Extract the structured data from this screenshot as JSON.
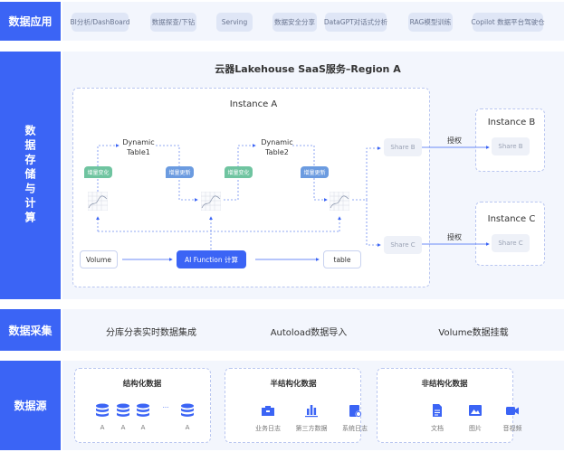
{
  "apps": {
    "label": "数据应用",
    "items": [
      "BI分析/DashBoard",
      "数据探查/下钻",
      "Serving",
      "数据安全分享",
      "DataGPT对话式分析",
      "RAG模型训练",
      "Copilot 数据平台驾驶仓"
    ]
  },
  "storage": {
    "label": "数据存储与计算",
    "title": "云器Lakehouse SaaS服务–Region A",
    "instance_a": {
      "title": "Instance A",
      "dt1": [
        "Dynamic",
        "Table1"
      ],
      "dt2": [
        "Dynamic",
        "Table2"
      ],
      "badge_change": "增量变化",
      "badge_update": "增量更新",
      "volume": "Volume",
      "ai": "AI Function 计算",
      "table": "table",
      "share_b": "Share B",
      "share_c": "Share C"
    },
    "grant": "授权",
    "instance_b": {
      "title": "Instance B",
      "share": "Share B"
    },
    "instance_c": {
      "title": "Instance C",
      "share": "Share C"
    }
  },
  "ingest": {
    "label": "数据采集",
    "items": [
      "分库分表实时数据集成",
      "Autoload数据导入",
      "Volume数据挂载"
    ]
  },
  "sources": {
    "label": "数据源",
    "structured": {
      "title": "结构化数据",
      "items": [
        "A",
        "A",
        "A",
        "A"
      ],
      "ellipsis": "···"
    },
    "semi": {
      "title": "半结构化数据",
      "items": [
        "业务日志",
        "第三方数据",
        "系统日志"
      ]
    },
    "unstructured": {
      "title": "非结构化数据",
      "items": [
        "文档",
        "图片",
        "音视频"
      ]
    }
  },
  "colors": {
    "accent": "#3b64f5",
    "panel": "#f3f6fd",
    "green": "#6fc4a0",
    "blue": "#6b9be0"
  }
}
